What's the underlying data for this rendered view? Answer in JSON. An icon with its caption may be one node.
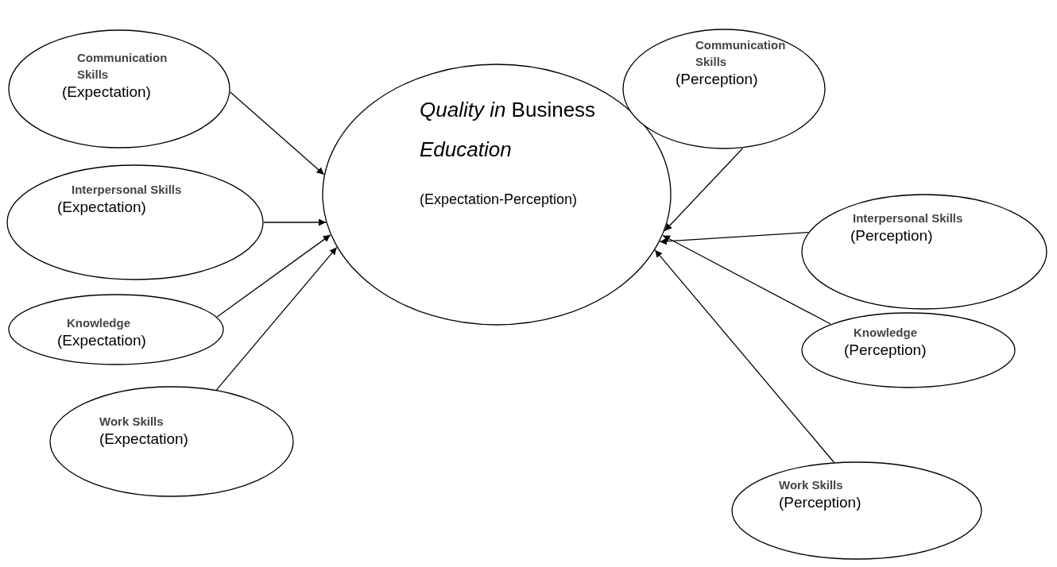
{
  "diagram": {
    "nodes": [
      {
        "text": [
          "*Quality in* Business *Education*",
          "(Expectation-Perception)"
        ]
      },
      {
        "text": [
          "Communication Skills",
          "(Expectation)"
        ]
      },
      {
        "text": [
          "Interpersonal Skills",
          "(Expectation)"
        ]
      },
      {
        "text": [
          "Knowledge",
          "(Expectation)"
        ]
      },
      {
        "text": [
          "Work Skills",
          "(Expectation)"
        ]
      },
      {
        "text": [
          "Communication Skills",
          "(Perception)"
        ]
      },
      {
        "text": [
          "Interpersonal Skills",
          "(Perception)"
        ]
      },
      {
        "text": [
          "Knowledge",
          "(Perception)"
        ]
      },
      {
        "text": [
          "Work Skills",
          "(Perception)"
        ]
      }
    ],
    "edges": [
      {
        "from": 1,
        "to": 0,
        "arrow": "to"
      },
      {
        "from": 2,
        "to": 0,
        "arrow": "to"
      },
      {
        "from": 3,
        "to": 0,
        "arrow": "to"
      },
      {
        "from": 4,
        "to": 0,
        "arrow": "to"
      },
      {
        "from": 5,
        "to": 0,
        "arrow": "to"
      },
      {
        "from": 6,
        "to": 0,
        "arrow": "to"
      },
      {
        "from": 7,
        "to": 0,
        "arrow": "to"
      },
      {
        "from": 8,
        "to": 0,
        "arrow": "to"
      }
    ]
  }
}
